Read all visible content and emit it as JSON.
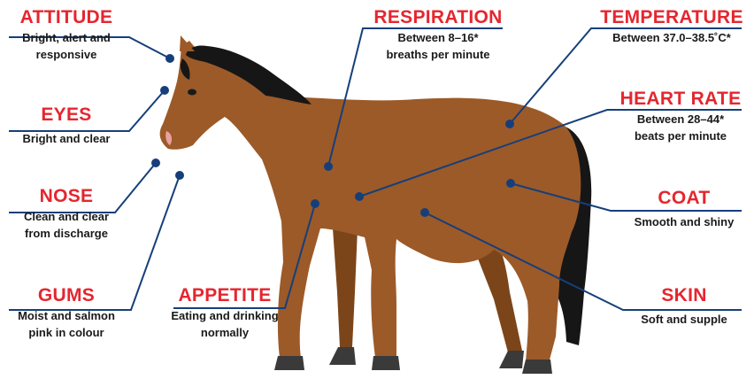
{
  "colors": {
    "title": "#e5262f",
    "line": "#163f7a",
    "coat": "#9c5a28",
    "hoof": "#3a3a3a",
    "mane": "#161616"
  },
  "labels": [
    {
      "id": "attitude",
      "title": "ATTITUDE",
      "desc": [
        "Bright, alert and",
        "responsive"
      ]
    },
    {
      "id": "eyes",
      "title": "EYES",
      "desc": [
        "Bright and clear"
      ]
    },
    {
      "id": "nose",
      "title": "NOSE",
      "desc": [
        "Clean and clear",
        "from discharge"
      ]
    },
    {
      "id": "gums",
      "title": "GUMS",
      "desc": [
        "Moist and salmon",
        "pink in colour"
      ]
    },
    {
      "id": "respiration",
      "title": "RESPIRATION",
      "desc": [
        "Between 8–16*",
        "breaths per minute"
      ]
    },
    {
      "id": "appetite",
      "title": "APPETITE",
      "desc": [
        "Eating and drinking",
        "normally"
      ]
    },
    {
      "id": "temperature",
      "title": "TEMPERATURE",
      "desc": [
        "Between 37.0–38.5˚C*"
      ]
    },
    {
      "id": "heart-rate",
      "title": "HEART RATE",
      "desc": [
        "Between 28–44*",
        "beats per minute"
      ]
    },
    {
      "id": "coat",
      "title": "COAT",
      "desc": [
        "Smooth and shiny"
      ]
    },
    {
      "id": "skin",
      "title": "SKIN",
      "desc": [
        "Soft and supple"
      ]
    }
  ]
}
